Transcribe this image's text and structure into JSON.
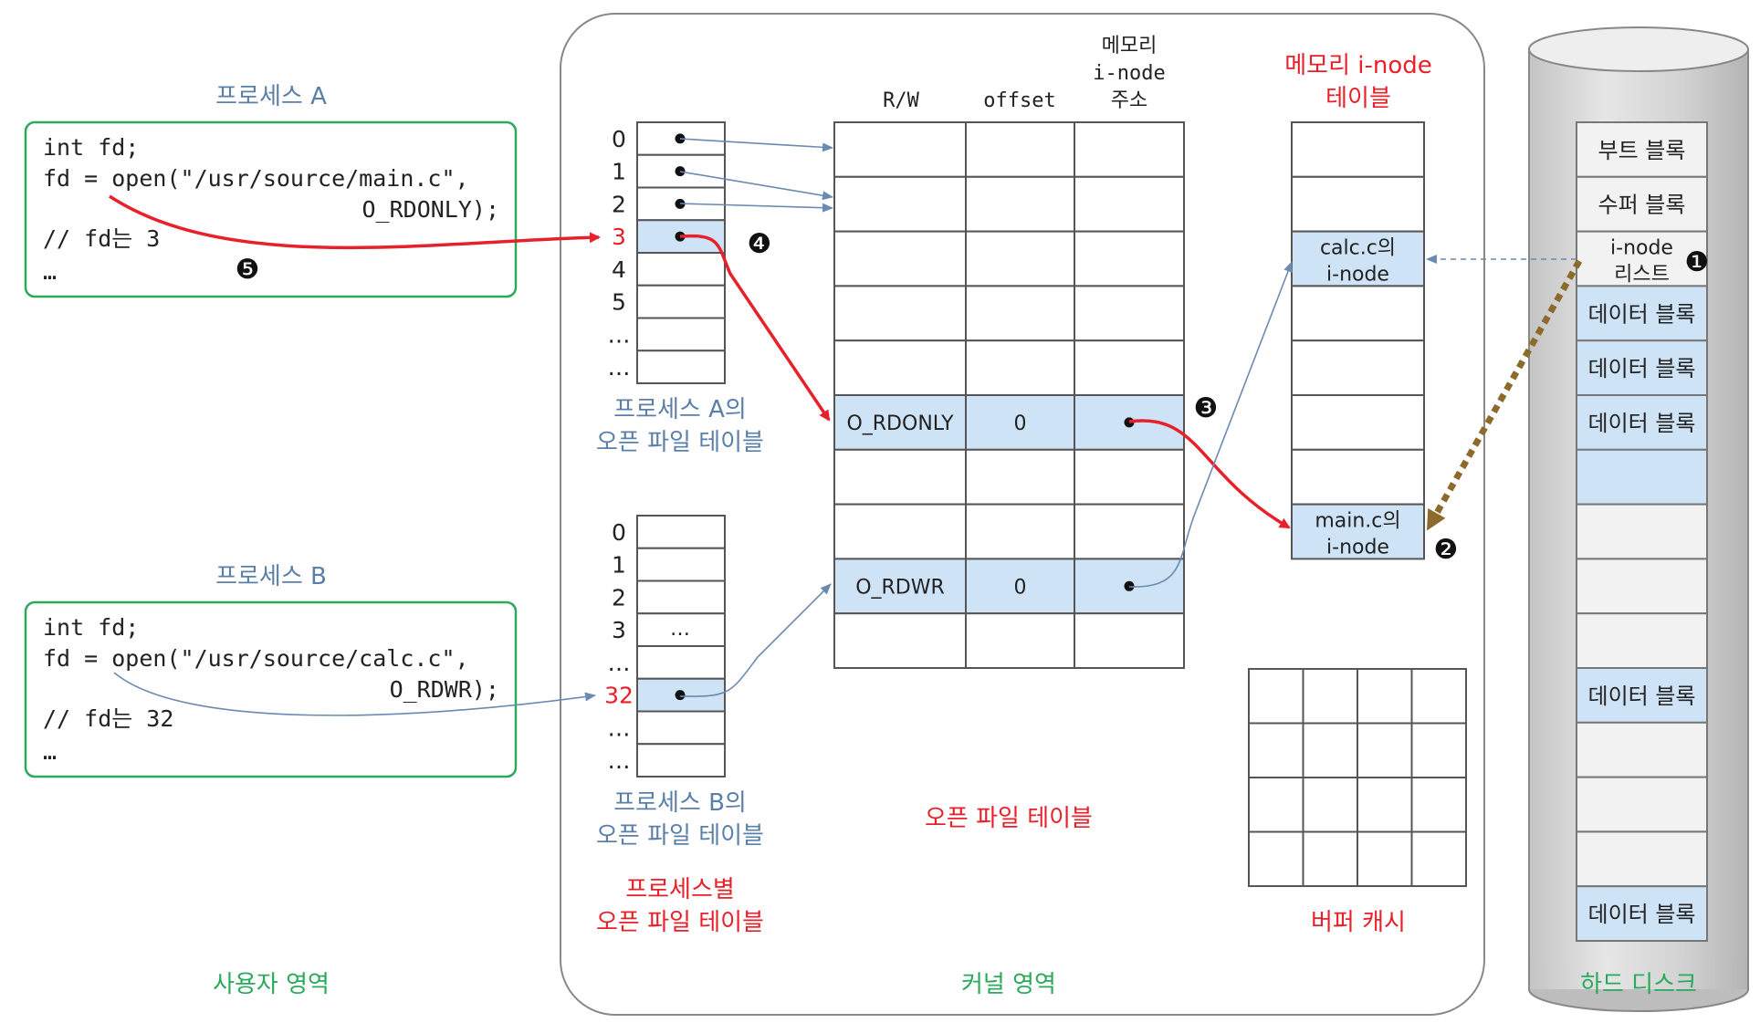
{
  "colors": {
    "blue_text": "#5a7fa8",
    "red": "#e8202a",
    "green": "#2aaa5a",
    "highlight": "#cfe3f7",
    "grid": "#555555",
    "arrow_blue": "#6a8ab0",
    "arrow_brown": "#8b6a2a"
  },
  "process_a": {
    "title": "프로세스 A",
    "code": [
      "int fd;",
      "fd = open(\"/usr/source/main.c\",",
      "O_RDONLY);",
      "// fd는 3",
      "…"
    ],
    "step": "❺"
  },
  "process_b": {
    "title": "프로세스 B",
    "code": [
      "int fd;",
      "fd = open(\"/usr/source/calc.c\",",
      "O_RDWR);",
      "// fd는 32",
      "…"
    ]
  },
  "fd_table_a": {
    "indices": [
      "0",
      "1",
      "2",
      "3",
      "4",
      "5",
      "…",
      "…"
    ],
    "caption": [
      "프로세스 A의",
      "오픈 파일 테이블"
    ],
    "step": "❹"
  },
  "fd_table_b": {
    "indices": [
      "0",
      "1",
      "2",
      "3",
      "…",
      "32",
      "…",
      "…"
    ],
    "row3_cell": "…",
    "caption": [
      "프로세스 B의",
      "오픈 파일 테이블"
    ]
  },
  "per_process_caption": [
    "프로세스별",
    "오픈 파일 테이블"
  ],
  "open_file_table": {
    "headers": [
      "R/W",
      "offset",
      "메모리",
      "i-node",
      "주소"
    ],
    "row_a": [
      "O_RDONLY",
      "0"
    ],
    "row_b": [
      "O_RDWR",
      "0"
    ],
    "caption": "오픈 파일 테이블",
    "step": "❸"
  },
  "inode_table": {
    "title": [
      "메모리 i-node",
      "테이블"
    ],
    "calc": [
      "calc.c의",
      "i-node"
    ],
    "main": [
      "main.c의",
      "i-node"
    ],
    "step": "❷"
  },
  "buffer_cache": {
    "caption": "버퍼 캐시"
  },
  "disk": {
    "blocks": [
      "부트 블록",
      "수퍼 블록",
      "i-node",
      "리스트",
      "데이터 블록"
    ],
    "step": "❶",
    "caption": "하드 디스크"
  },
  "regions": {
    "user": "사용자 영역",
    "kernel": "커널 영역"
  }
}
